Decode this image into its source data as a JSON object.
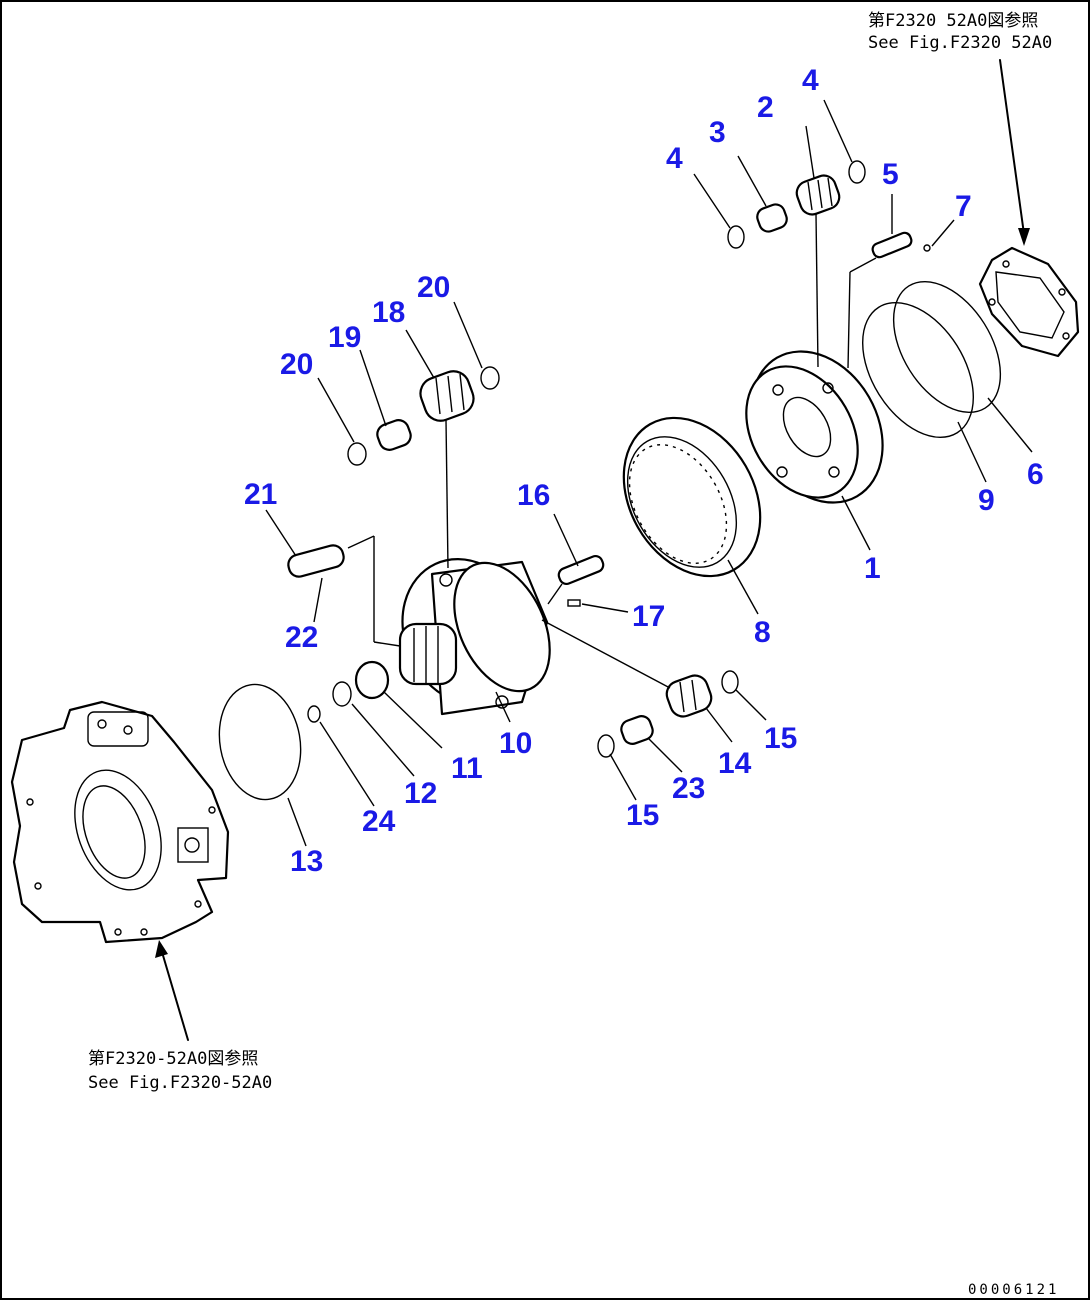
{
  "reference_top": {
    "line1": "第F2320 52A0図参照",
    "line2": "See Fig.F2320 52A0"
  },
  "reference_bottom": {
    "line1": "第F2320-52A0図参照",
    "line2": "See Fig.F2320-52A0"
  },
  "drawing_code": "00006121",
  "callouts": {
    "c1": "1",
    "c2": "2",
    "c3": "3",
    "c4a": "4",
    "c4b": "4",
    "c5": "5",
    "c6": "6",
    "c7": "7",
    "c8": "8",
    "c9": "9",
    "c10": "10",
    "c11": "11",
    "c12": "12",
    "c13": "13",
    "c14": "14",
    "c15a": "15",
    "c15b": "15",
    "c16": "16",
    "c17": "17",
    "c18": "18",
    "c19": "19",
    "c20a": "20",
    "c20b": "20",
    "c21": "21",
    "c22": "22",
    "c23": "23",
    "c24": "24"
  },
  "colors": {
    "callout": "#1a1ae6",
    "line": "#000000",
    "background": "#ffffff"
  }
}
